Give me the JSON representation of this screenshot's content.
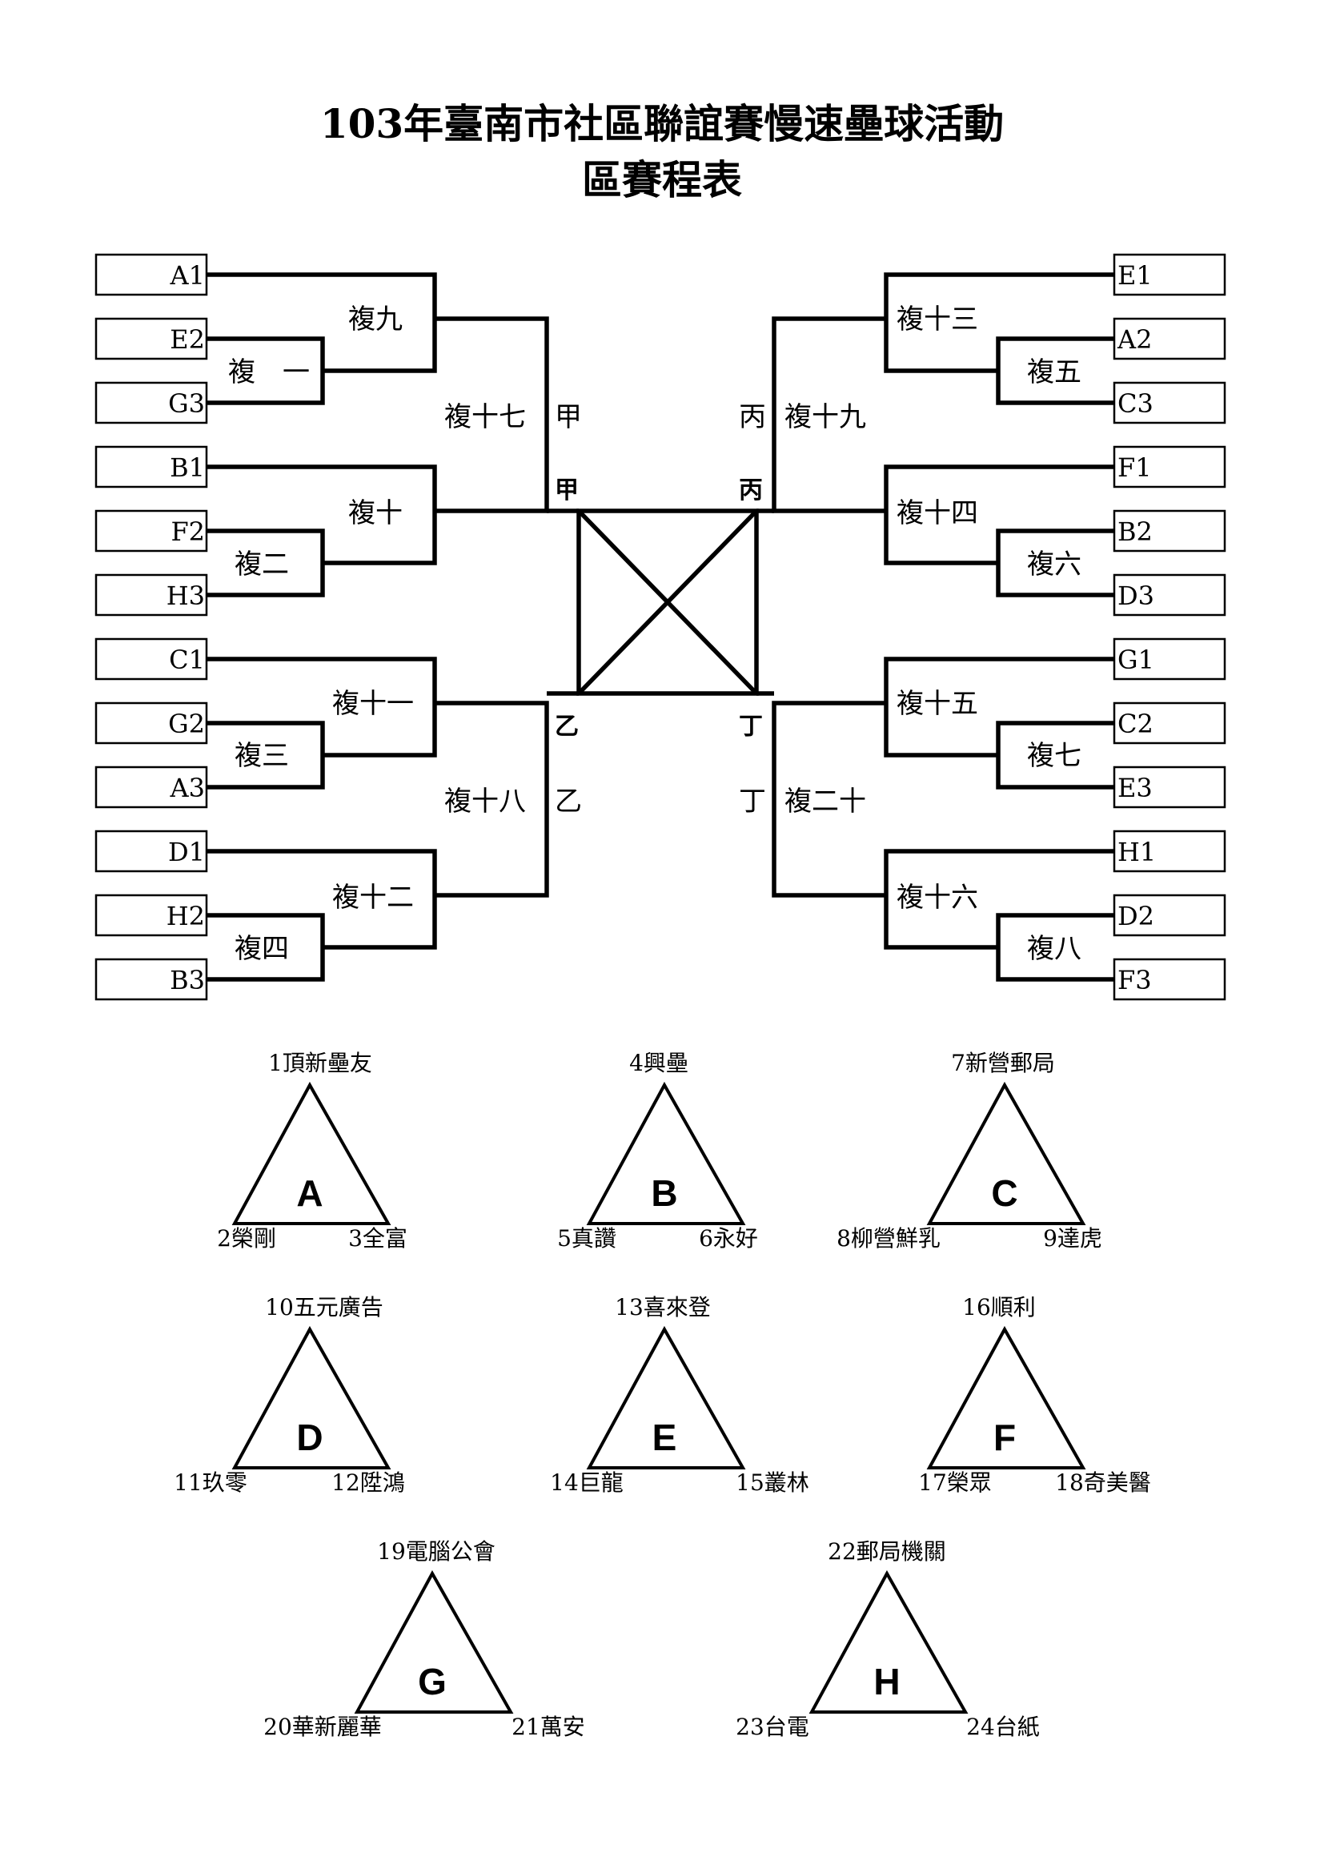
{
  "title": {
    "line1": "103年臺南市社區聯誼賽慢速壘球活動",
    "line2": "區賽程表"
  },
  "bracket": {
    "left_slots": [
      "A1",
      "E2",
      "G3",
      "B1",
      "F2",
      "H3",
      "C1",
      "G2",
      "A3",
      "D1",
      "H2",
      "B3"
    ],
    "right_slots": [
      "E1",
      "A2",
      "C3",
      "F1",
      "B2",
      "D3",
      "G1",
      "C2",
      "E3",
      "H1",
      "D2",
      "F3"
    ],
    "matches": {
      "m1": "複　一",
      "m2": "複二",
      "m3": "複三",
      "m4": "複四",
      "m5": "複五",
      "m6": "複六",
      "m7": "複七",
      "m8": "複八",
      "m9": "複九",
      "m10": "複十",
      "m11": "複十一",
      "m12": "複十二",
      "m13": "複十三",
      "m14": "複十四",
      "m15": "複十五",
      "m16": "複十六",
      "m17": "複十七",
      "m18": "複十八",
      "m19": "複十九",
      "m20": "複二十"
    },
    "labels": {
      "jia": "甲",
      "yi": "乙",
      "bing": "丙",
      "ding": "丁"
    }
  },
  "groups": [
    {
      "letter": "A",
      "top": "1頂新壘友",
      "left": "2榮剛",
      "right": "3全富"
    },
    {
      "letter": "B",
      "top": "4興壘",
      "left": "5真讚",
      "right": "6永好"
    },
    {
      "letter": "C",
      "top": "7新營郵局",
      "left": "8柳營鮮乳",
      "right": "9達虎"
    },
    {
      "letter": "D",
      "top": "10五元廣告",
      "left": "11玖零",
      "right": "12陞鴻"
    },
    {
      "letter": "E",
      "top": "13喜來登",
      "left": "14巨龍",
      "right": "15叢林"
    },
    {
      "letter": "F",
      "top": "16順利",
      "left": "17榮眾",
      "right": "18奇美醫"
    },
    {
      "letter": "G",
      "top": "19電腦公會",
      "left": "20華新麗華",
      "right": "21萬安"
    },
    {
      "letter": "H",
      "top": "22郵局機關",
      "left": "23台電",
      "right": "24台紙"
    }
  ]
}
